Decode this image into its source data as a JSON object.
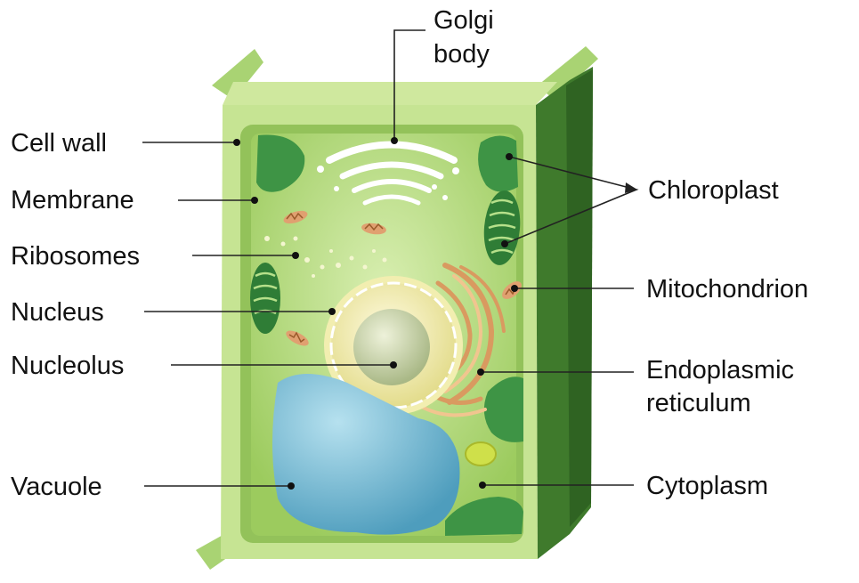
{
  "labels": {
    "golgi_line1": "Golgi",
    "golgi_line2": "body",
    "cell_wall": "Cell wall",
    "membrane": "Membrane",
    "ribosomes": "Ribosomes",
    "nucleus": "Nucleus",
    "nucleolus": "Nucleolus",
    "vacuole": "Vacuole",
    "chloroplast": "Chloroplast",
    "mitochondrion": "Mitochondrion",
    "er_line1": "Endoplasmic",
    "er_line2": "reticulum",
    "cytoplasm": "Cytoplasm"
  },
  "colors": {
    "wall_outer": "#bfe08a",
    "wall_side_dark": "#3f7a2c",
    "cytoplasm": "#a8d46c",
    "chloroplast": "#3e9445",
    "vacuole": "#6cb4cf",
    "nucleus_envelope": "#f2eeb0",
    "nucleolus": "#c9d4a6",
    "er": "#d99a60",
    "mitochondrion": "#e0a070"
  }
}
